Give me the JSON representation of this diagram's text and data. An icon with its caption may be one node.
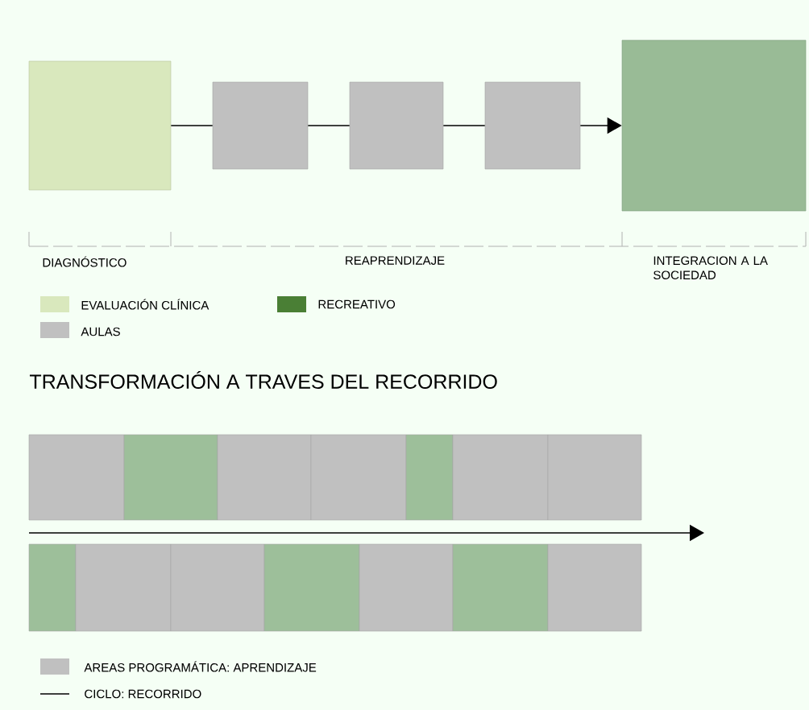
{
  "diagram": {
    "nodes": [
      {
        "text": [],
        "shape": "box"
      },
      {
        "text": [],
        "shape": "box"
      },
      {
        "text": [],
        "shape": "box"
      },
      {
        "text": [],
        "shape": "box"
      },
      {
        "text": [],
        "shape": "box"
      }
    ],
    "edges": [
      {
        "from": 0,
        "to": 1,
        "arrow": "none"
      },
      {
        "from": 1,
        "to": 2,
        "arrow": "none"
      },
      {
        "from": 2,
        "to": 3,
        "arrow": "none"
      },
      {
        "from": 3,
        "to": 4,
        "arrow": "to"
      }
    ],
    "labels": [
      "DIAGNÓSTICO",
      "REAPRENDIZAJE",
      "INTEGRACION A LA SOCIEDAD",
      "TRANSFORMACIÓN A TRAVES DEL RECORRIDO"
    ],
    "legend": [
      {
        "text": "EVALUACIÓN CLÍNICA",
        "color": "#d9e8bd"
      },
      {
        "text": "RECREATIVO",
        "color": "#4a7f35"
      },
      {
        "text": "AULAS",
        "color": "#c0c0c0"
      },
      {
        "text": "AREAS PROGRAMÁTICA: APRENDIZAJE",
        "color": "#c0c0c0"
      },
      {
        "text": "CICLO: RECORRIDO"
      }
    ]
  }
}
